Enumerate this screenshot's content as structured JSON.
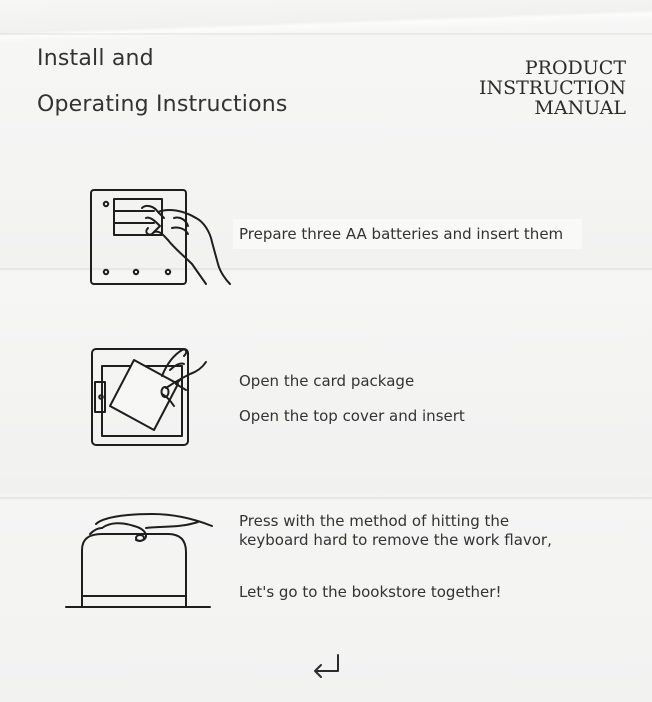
{
  "header": {
    "title_line1": "Install and",
    "title_line2": "Operating Instructions",
    "product_line1": "PRODUCT",
    "product_line2": "INSTRUCTION",
    "product_line3": "MANUAL"
  },
  "steps": [
    {
      "text": "Prepare three AA batteries and insert them",
      "icon": "battery-insert-illustration"
    },
    {
      "text_1": "Open the card package",
      "text_2": "Open the top cover and insert",
      "icon": "card-insert-illustration"
    },
    {
      "text_1": "Press with the method of hitting the",
      "text_2": "keyboard hard to remove the work flavor,",
      "text_3": "Let's go to the bookstore together!",
      "icon": "press-device-illustration"
    }
  ],
  "footer": {
    "icon": "return-arrow-icon"
  }
}
